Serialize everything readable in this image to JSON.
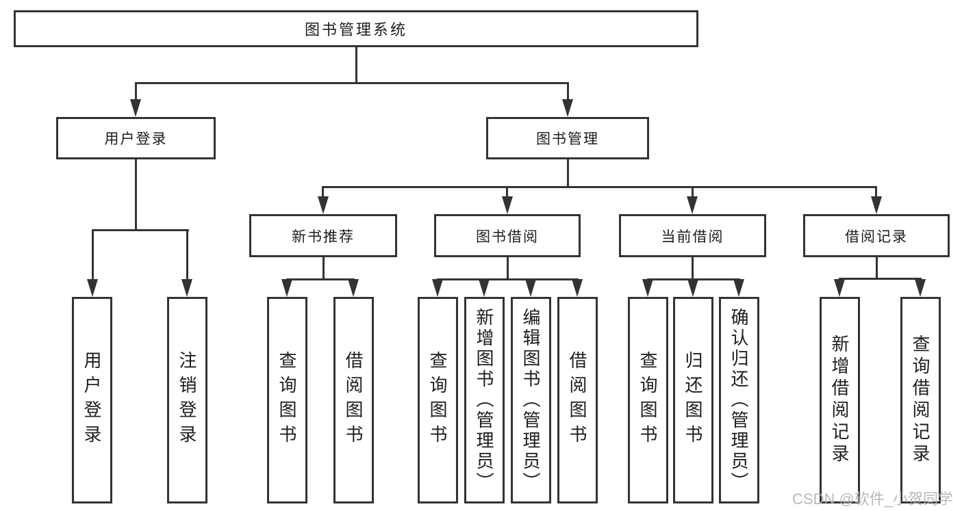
{
  "diagram": {
    "title_node": {
      "label": "图书管理系统"
    },
    "level2": [
      {
        "label": "用户登录"
      },
      {
        "label": "图书管理"
      }
    ],
    "level3": [
      {
        "label": "新书推荐"
      },
      {
        "label": "图书借阅"
      },
      {
        "label": "当前借阅"
      },
      {
        "label": "借阅记录"
      }
    ],
    "leaves": [
      {
        "label": "用户登录"
      },
      {
        "label": "注销登录"
      },
      {
        "label": "查询图书"
      },
      {
        "label": "借阅图书"
      },
      {
        "label": "查询图书"
      },
      {
        "label": "新增图书（管理员）"
      },
      {
        "label": "编辑图书（管理员）"
      },
      {
        "label": "借阅图书"
      },
      {
        "label": "查询图书"
      },
      {
        "label": "归还图书"
      },
      {
        "label": "确认归还（管理员）"
      },
      {
        "label": "新增借阅记录"
      },
      {
        "label": "查询借阅记录"
      }
    ]
  },
  "watermark": {
    "text": "CSDN @软件_小贺同学"
  },
  "colors": {
    "line": "#333333",
    "text": "#1d1d1d",
    "background": "#ffffff",
    "watermark": "#b3b3b3"
  }
}
